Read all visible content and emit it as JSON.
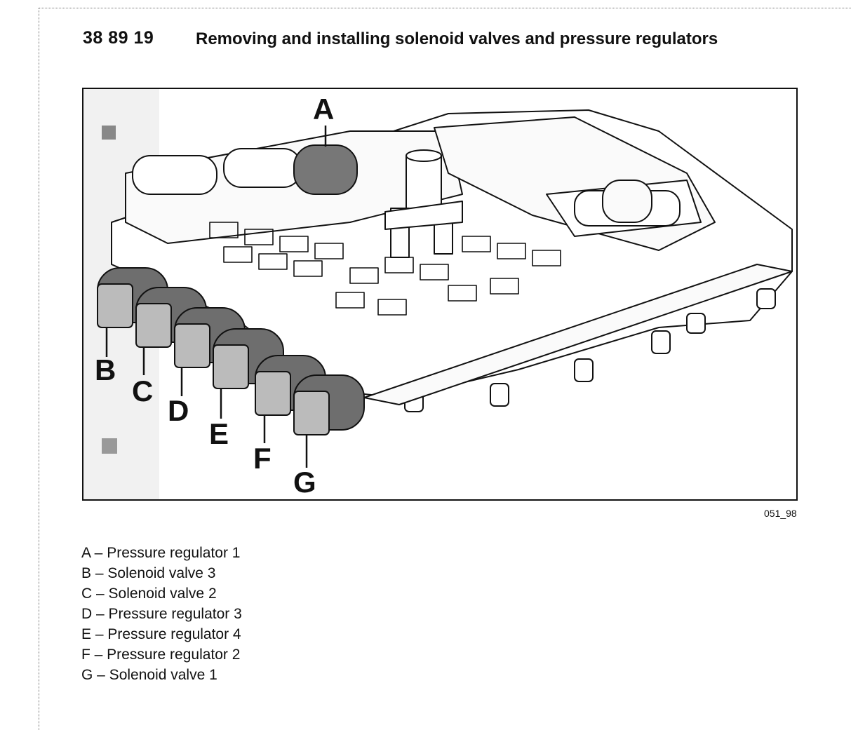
{
  "header": {
    "doc_number": "38 89 19",
    "title": "Removing and installing solenoid valves and pressure regulators"
  },
  "figure": {
    "code": "051_98",
    "callouts": [
      "A",
      "B",
      "C",
      "D",
      "E",
      "F",
      "G"
    ]
  },
  "legend": [
    "A – Pressure regulator 1",
    "B – Solenoid valve 3",
    "C – Solenoid valve 2",
    "D – Pressure regulator 3",
    "E – Pressure regulator 4",
    "F – Pressure regulator 2",
    "G – Solenoid valve 1"
  ]
}
